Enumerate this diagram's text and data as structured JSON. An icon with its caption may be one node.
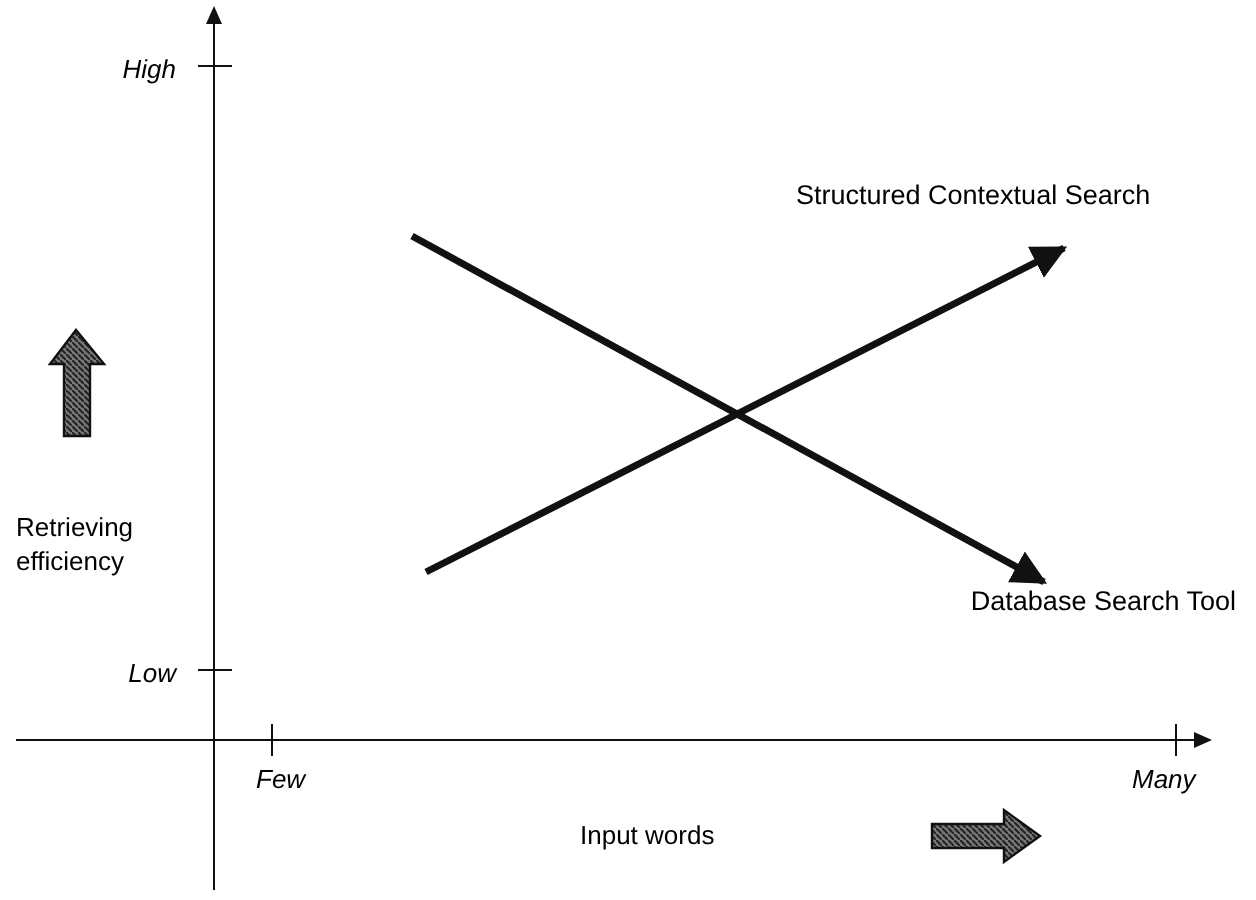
{
  "diagram": {
    "nodes": [
      {
        "text": [
          "Structured Contextual Search"
        ]
      },
      {
        "text": [
          "Database Search Tool"
        ]
      }
    ],
    "edges": [
      {
        "from": null,
        "to": 0,
        "arrow": "to"
      },
      {
        "from": null,
        "to": 1,
        "arrow": "to"
      }
    ],
    "labels": [
      "High",
      "Retrieving efficiency",
      "Low",
      "Few",
      "Many",
      "Input words"
    ]
  }
}
